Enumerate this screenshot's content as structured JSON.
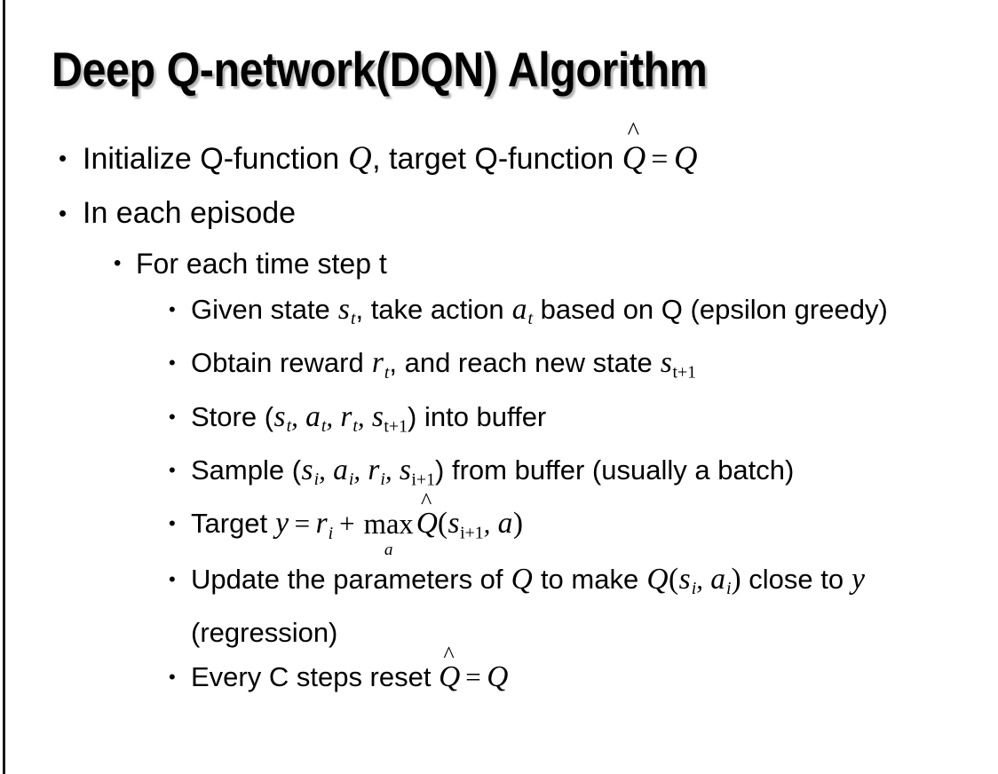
{
  "slide": {
    "title": "Deep Q-network(DQN) Algorithm",
    "background_color": "#ffffff",
    "text_color": "#000000",
    "edge_accent_color": "#1a1a1a",
    "bullet_glyph": "•"
  },
  "content": {
    "bullet_1": {
      "level": 1,
      "prefix": "Initialize Q-function ",
      "var_q1": "Q",
      "mid": ", target Q-function ",
      "var_qhat": "Q",
      "hat": "^",
      "equals": "=",
      "var_q2": "Q",
      "plain_text": "Initialize Q-function Q, target Q-function Q̂ = Q"
    },
    "bullet_2": {
      "level": 1,
      "text": "In each episode"
    },
    "bullet_3": {
      "level": 2,
      "text": "For each time step t"
    },
    "bullet_4": {
      "level": 3,
      "seg_1": "Given state ",
      "var_s": "s",
      "sub_s": "t",
      "seg_2": ", take action ",
      "var_a": "a",
      "sub_a": "t",
      "seg_3": " based on Q (epsilon greedy)",
      "plain_text": "Given state s_t, take action a_t based on Q (epsilon greedy)"
    },
    "bullet_5": {
      "level": 3,
      "seg_1": "Obtain reward ",
      "var_r": "r",
      "sub_r": "t",
      "seg_2": ", and reach new state ",
      "var_s": "s",
      "sub_s": "t+1",
      "plain_text": "Obtain reward r_t, and reach new state s_{t+1}"
    },
    "bullet_6": {
      "level": 3,
      "seg_1": "Store (",
      "var_s1": "s",
      "sub_s1": "t",
      "comma_1": ", ",
      "var_a": "a",
      "sub_a": "t",
      "comma_2": ", ",
      "var_r": "r",
      "sub_r": "t",
      "comma_3": ", ",
      "var_s2": "s",
      "sub_s2": "t+1",
      "seg_2": ") into buffer",
      "plain_text": "Store (s_t, a_t, r_t, s_{t+1}) into buffer"
    },
    "bullet_7": {
      "level": 3,
      "seg_1": "Sample (",
      "var_s1": "s",
      "sub_s1": "i",
      "comma_1": ", ",
      "var_a": "a",
      "sub_a": "i",
      "comma_2": ", ",
      "var_r": "r",
      "sub_r": "i",
      "comma_3": ", ",
      "var_s2": "s",
      "sub_s2": "i+1",
      "seg_2": ") from buffer (usually a batch)",
      "plain_text": "Sample (s_i, a_i, r_i, s_{i+1}) from buffer (usually a batch)"
    },
    "bullet_8": {
      "level": 3,
      "label": "Target ",
      "var_y": "y",
      "equals": "=",
      "var_r": "r",
      "sub_r": "i",
      "plus": "+",
      "max_op": "max",
      "max_sub": "a",
      "var_qhat": "Q",
      "hat": "^",
      "open_paren": "(",
      "var_s": "s",
      "sub_s": "i+1",
      "comma": ", ",
      "var_a": "a",
      "close_paren": ")",
      "plain_text": "Target y = r_i + max_a Q̂(s_{i+1}, a)"
    },
    "bullet_9": {
      "level": 3,
      "seg_1": "Update the parameters of ",
      "var_q1": "Q",
      "seg_2": " to make ",
      "var_q2": "Q",
      "open_paren": "(",
      "var_s": "s",
      "sub_s": "i",
      "comma": ", ",
      "var_a": "a",
      "sub_a": "i",
      "close_paren": ")",
      "seg_3": " close to ",
      "var_y": "y",
      "seg_4": " (regression)",
      "plain_text": "Update the parameters of Q to make Q(s_i, a_i) close to y (regression)"
    },
    "bullet_10": {
      "level": 3,
      "seg_1": "Every C steps reset ",
      "var_qhat": "Q",
      "hat": "^",
      "equals": "=",
      "var_q": "Q",
      "plain_text": "Every C steps reset Q̂ = Q"
    }
  }
}
